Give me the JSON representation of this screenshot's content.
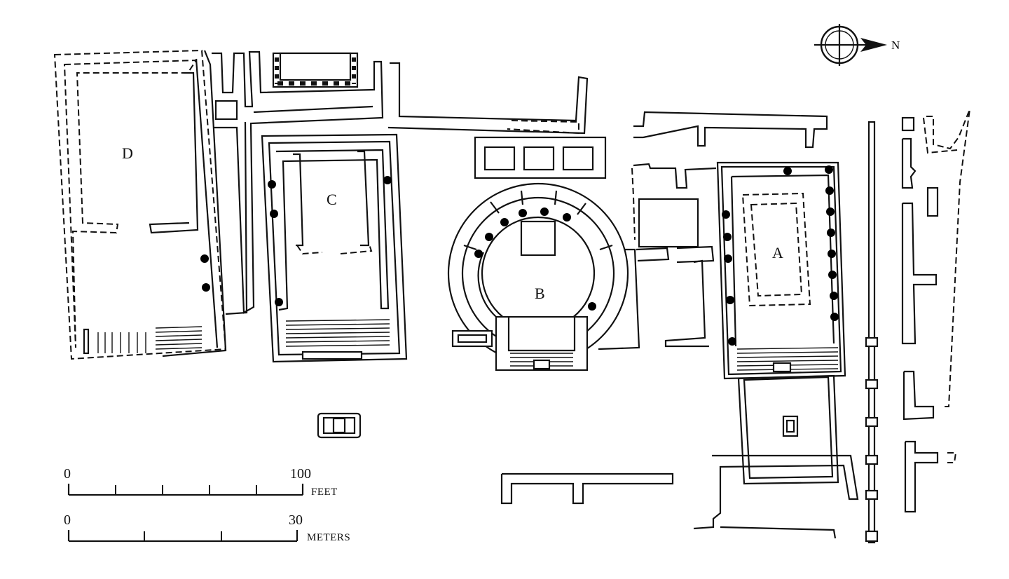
{
  "labels": {
    "building_a": "A",
    "building_b": "B",
    "building_c": "C",
    "building_d": "D"
  },
  "north_arrow": {
    "label": "N",
    "icon": "north-arrow-icon"
  },
  "scale_feet": {
    "start": "0",
    "end": "100",
    "unit": "FEET"
  },
  "scale_meters": {
    "start": "0",
    "end": "30",
    "unit": "METERS"
  },
  "colors": {
    "ink": "#111111",
    "background": "#ffffff"
  }
}
